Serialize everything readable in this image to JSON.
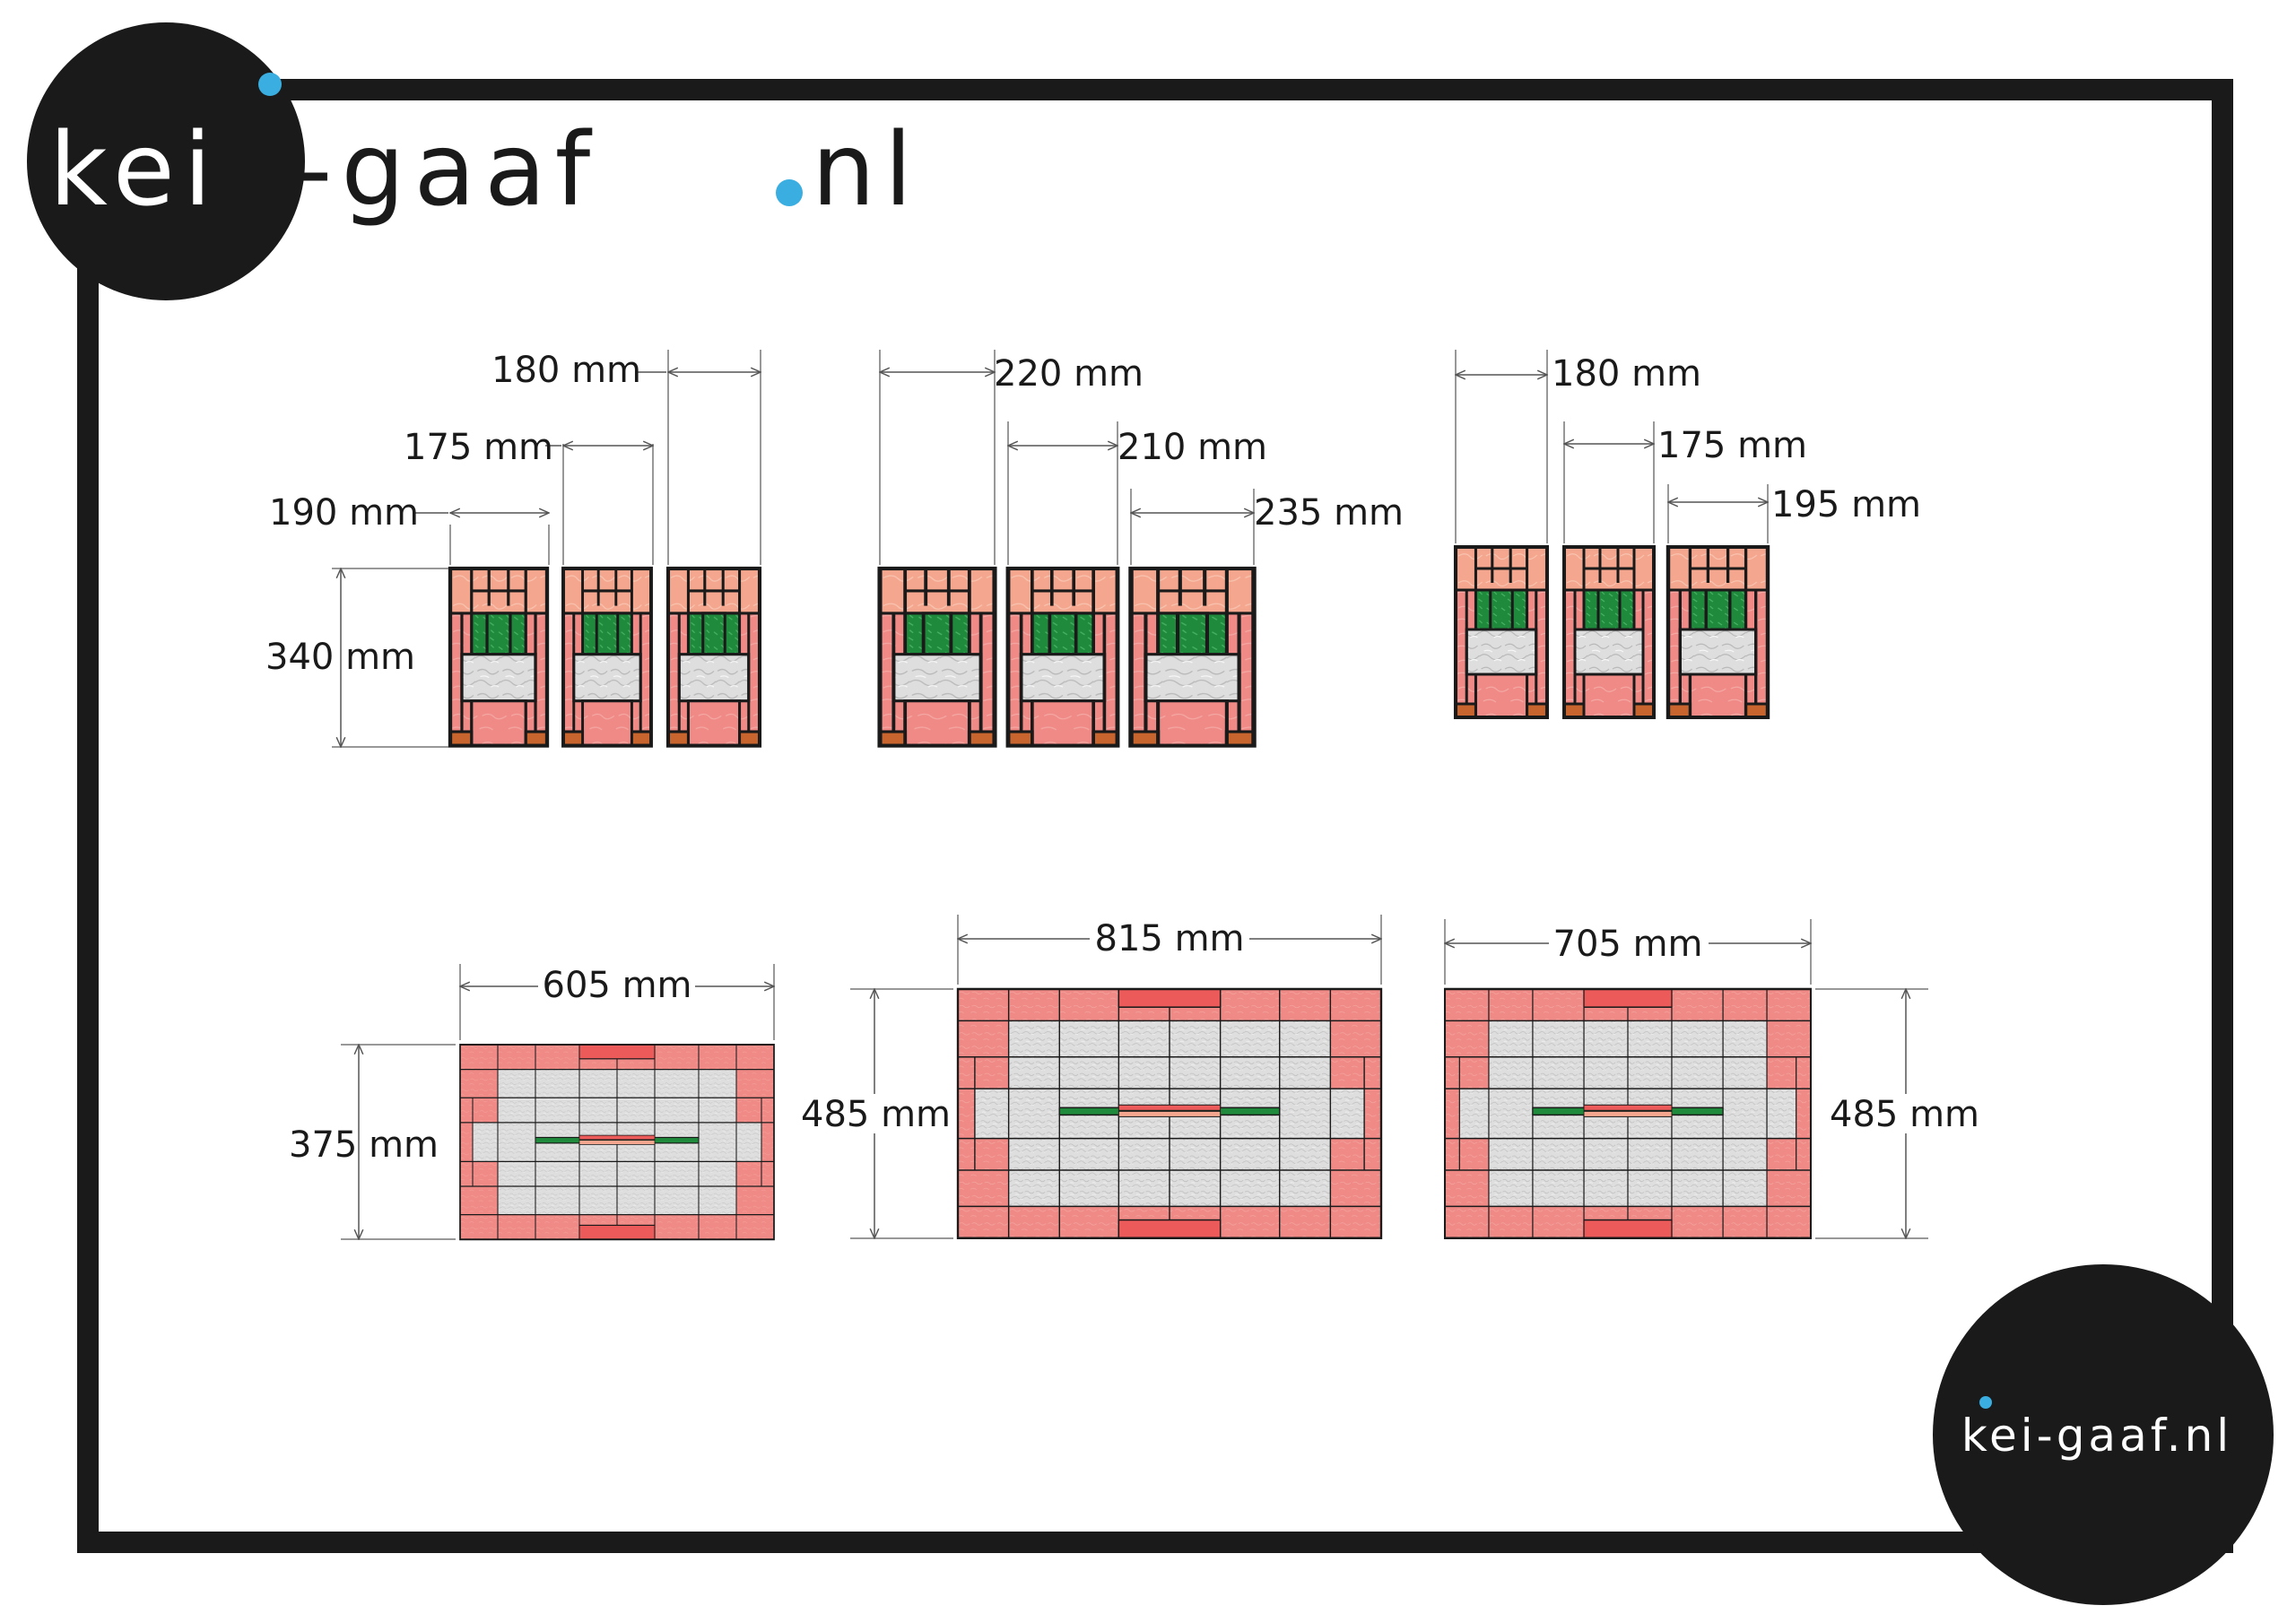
{
  "logo": {
    "top_left": {
      "prefix": "kei",
      "suffix": "-gaaf",
      "dot": ".",
      "tld": "nl"
    },
    "bottom_right": {
      "text": "kei-gaaf.nl"
    }
  },
  "colors": {
    "frame": "#1a1a1a",
    "logo_dot": "#3aaee0",
    "pink": "#f08a86",
    "salmon": "#f4a78e",
    "red": "#ec5a5a",
    "green": "#1f8a3b",
    "brown": "#c8652f",
    "clear_glass": "#dcdcdc",
    "lead": "#1a1a1a"
  },
  "dimensions": {
    "group1": {
      "w1": "190 mm",
      "w2": "175 mm",
      "w3": "180 mm",
      "h": "340 mm"
    },
    "group2": {
      "w1": "220 mm",
      "w2": "210 mm",
      "w3": "235 mm"
    },
    "group3": {
      "w1": "180 mm",
      "w2": "175 mm",
      "w3": "195 mm"
    },
    "wide1": {
      "w": "605 mm",
      "h": "375 mm"
    },
    "wide2": {
      "w": "815 mm",
      "h": "485 mm"
    },
    "wide3": {
      "w": "705 mm",
      "h": "485 mm"
    }
  }
}
